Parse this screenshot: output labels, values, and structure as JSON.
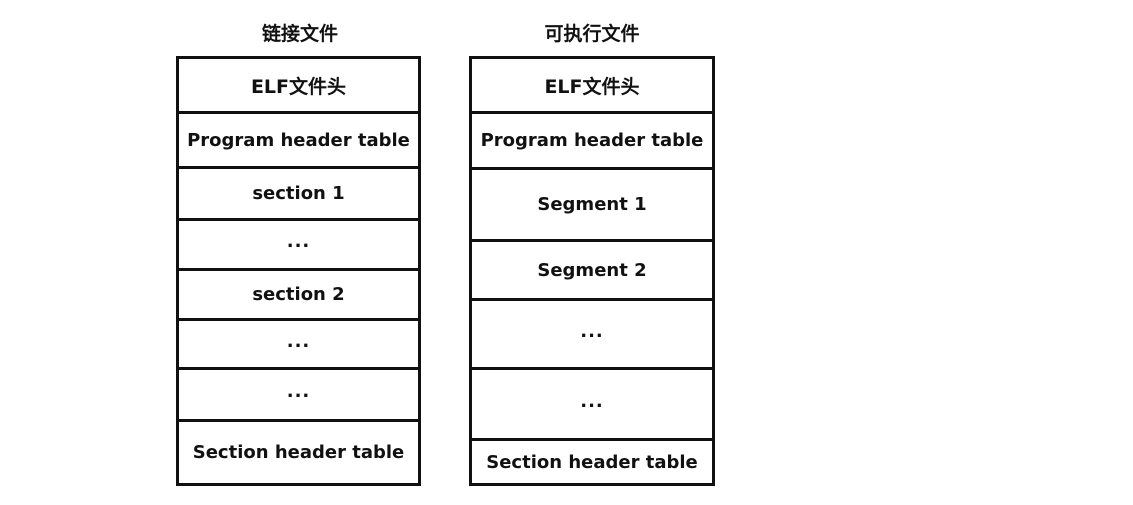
{
  "linking_view": {
    "title": "链接文件",
    "blocks": [
      "ELF文件头",
      "Program header table",
      "section  1",
      "...",
      "section  2",
      "...",
      "...",
      "Section header table"
    ]
  },
  "execution_view": {
    "title": "可执行文件",
    "blocks": [
      "ELF文件头",
      "Program header table",
      "Segment  1",
      "Segment  2",
      "...",
      "...",
      "Section header table"
    ]
  },
  "colors": {
    "border": "#111111",
    "background": "#ffffff",
    "text": "#111111"
  }
}
